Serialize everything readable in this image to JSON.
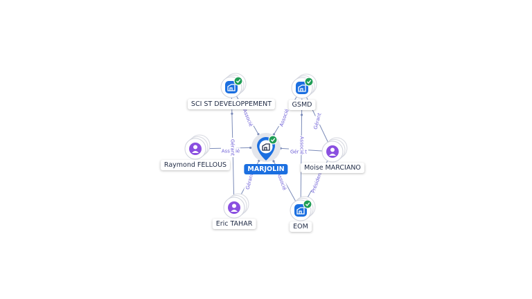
{
  "center": {
    "label": "MARJOLIN",
    "icon": "building-icon",
    "verified": true
  },
  "nodes": [
    {
      "id": "sci",
      "label": "SCI ST DEVELOPPEMENT",
      "type": "company",
      "verified": true
    },
    {
      "id": "gsmd",
      "label": "GSMD",
      "type": "company",
      "verified": true
    },
    {
      "id": "raymond",
      "label": "Raymond FELLOUS",
      "type": "person"
    },
    {
      "id": "moise",
      "label": "Moise MARCIANO",
      "type": "person"
    },
    {
      "id": "eric",
      "label": "Eric TAHAR",
      "type": "person"
    },
    {
      "id": "eom",
      "label": "EOM",
      "type": "company",
      "verified": true
    }
  ],
  "edges": [
    {
      "from": "sci",
      "to": "center",
      "label": "Associé"
    },
    {
      "from": "raymond",
      "to": "center",
      "label": "Associé"
    },
    {
      "from": "eric",
      "to": "sci",
      "label": "Gérant"
    },
    {
      "from": "eric",
      "to": "center",
      "label": "Gérant"
    },
    {
      "from": "gsmd",
      "to": "center",
      "label": "Associé"
    },
    {
      "from": "moise",
      "to": "center",
      "label": "Gérant"
    },
    {
      "from": "moise",
      "to": "gsmd",
      "label": "Gérant"
    },
    {
      "from": "eom",
      "to": "center",
      "label": "Associé"
    },
    {
      "from": "eom",
      "to": "gsmd",
      "label": "Associé"
    },
    {
      "from": "moise",
      "to": "eom",
      "label": "Président"
    }
  ],
  "colors": {
    "company": "#1b6fe0",
    "person": "#8a4fe0",
    "verified": "#1f9d55",
    "edge": "#7a8ab8",
    "edge_label": "#6a5bd6"
  }
}
